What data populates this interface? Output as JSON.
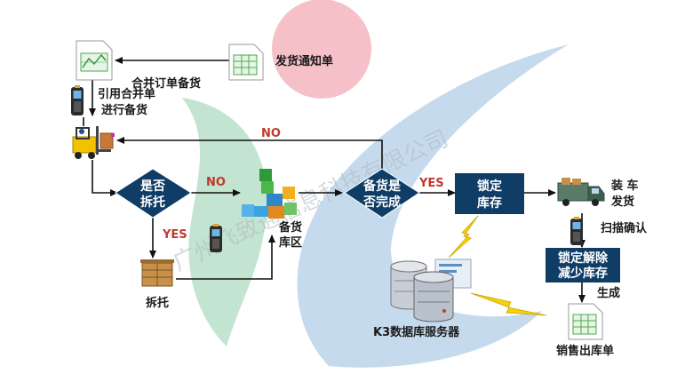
{
  "colors": {
    "node_fill": "#0f3d66",
    "node_text": "#ffffff",
    "arrow": "#111111",
    "branch_label": "#c0392b",
    "lightning": "#f5d10a",
    "bg_pink": "#f3b5bd",
    "bg_green": "#a9d9bc",
    "bg_blue": "#aecbe6"
  },
  "icons": {
    "order_doc": "spreadsheet-doc-icon",
    "notice_doc": "spreadsheet-doc-icon",
    "scanner": "handheld-scanner-icon",
    "forklift": "forklift-icon",
    "pallet": "pallet-box-icon",
    "storage": "stacked-cubes-icon",
    "truck": "delivery-truck-icon",
    "server": "database-server-icon",
    "sales_doc": "spreadsheet-doc-icon"
  },
  "labels": {
    "notice": "发货通知单",
    "merge_orders": "合并订单备货",
    "ref_merge_1": "引用合并单",
    "ref_merge_2": "进行备货",
    "is_split_1": "是否",
    "is_split_2": "拆托",
    "no_1": "NO",
    "no_2": "NO",
    "yes_1": "YES",
    "yes_2": "YES",
    "split": "拆托",
    "staging_1": "备货",
    "staging_2": "库区",
    "done_1": "备货是",
    "done_2": "否完成",
    "lock_1": "锁定",
    "lock_2": "库存",
    "load_1": "装 车",
    "load_2": "发货",
    "scan_confirm": "扫描确认",
    "unlock_1": "锁定解除",
    "unlock_2": "减少库存",
    "generate": "生成",
    "sales_out": "销售出库单",
    "server": "K3数据库服务器",
    "watermark": "广州飞致通信息科技有限公司"
  }
}
